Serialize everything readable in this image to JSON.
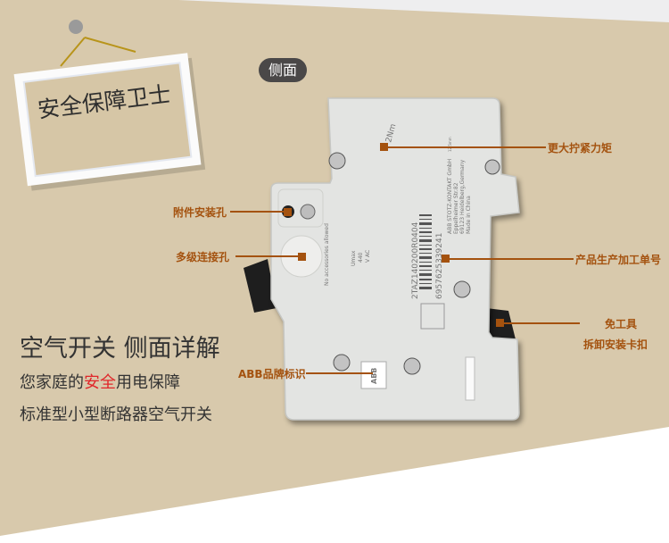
{
  "sign": {
    "title": "安全保障卫士"
  },
  "view_badge": "侧面",
  "callouts": {
    "torque": "更大拧紧力矩",
    "accessory_hole": "附件安装孔",
    "multi_connect_hole": "多级连接孔",
    "serial_number": "产品生产加工单号",
    "clip_line1": "免工具",
    "clip_line2": "拆卸安装卡扣",
    "brand_mark": "ABB品牌标识"
  },
  "headline": "空气开关 侧面详解",
  "subtitle1": {
    "before": "您家庭的",
    "highlight": "安全",
    "after": "用电保障"
  },
  "subtitle2": "标准型小型断路器空气开关",
  "device_label": {
    "no_accessories": "No accessories allowed",
    "umax": "Umax",
    "voltage": "440",
    "unit": "V AC",
    "part_code": "2TAZ140200R0404",
    "barcode_number": "6957625339241",
    "maker1": "ABB STOTZ-KONTAKT GmbH",
    "maker2": "Eppelheimer Str.82",
    "maker3": "69123 Heidelberg,Germany",
    "maker4": "Made in China",
    "dimension": "12.5mm",
    "torque_mark": "2Nm",
    "logo": "ABB"
  },
  "colors": {
    "background": "#d8c9ac",
    "callout": "#a4520f",
    "highlight": "#e0262a"
  }
}
